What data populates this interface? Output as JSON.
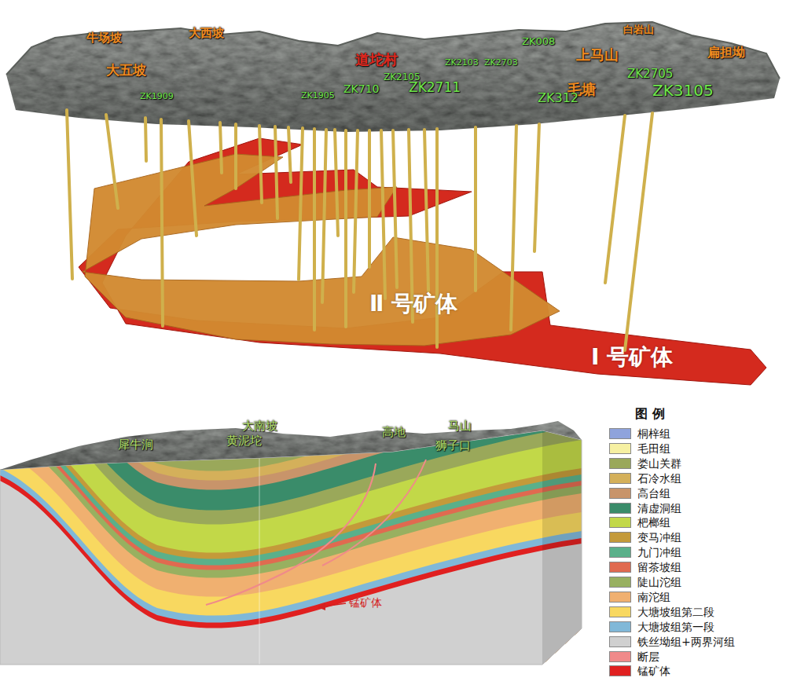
{
  "diagram": {
    "labels": [
      "牛场坡",
      "大西坡",
      "大五坡",
      "道坨村",
      "白岩山",
      "上马山",
      "毛塘",
      "扁担坳",
      "ZK1909",
      "ZK1905",
      "ZK710",
      "ZK2105",
      "ZK2711",
      "ZK2103",
      "ZK2703",
      "ZK008",
      "ZK2705",
      "ZK312",
      "ZK3105",
      "Ⅱ 号矿体",
      "Ⅰ 号矿体",
      "犀牛涧",
      "大南坡",
      "黄泥坨",
      "高地",
      "马山",
      "狮子口",
      "锰矿体",
      "图 例"
    ],
    "legend": [
      {
        "text": "桐梓组",
        "color": "#8fa3dc"
      },
      {
        "text": "毛田组",
        "color": "#f6f0a2"
      },
      {
        "text": "娄山关群",
        "color": "#9aa85a"
      },
      {
        "text": "石冷水组",
        "color": "#d4b05a"
      },
      {
        "text": "高台组",
        "color": "#c8946a"
      },
      {
        "text": "清虚洞组",
        "color": "#3a8c6a"
      },
      {
        "text": "杷榔组",
        "color": "#c2d848"
      },
      {
        "text": "变马冲组",
        "color": "#c49a3a"
      },
      {
        "text": "九门冲组",
        "color": "#5ab08a"
      },
      {
        "text": "留茶坡组",
        "color": "#e06a50"
      },
      {
        "text": "陡山沱组",
        "color": "#98b060"
      },
      {
        "text": "南沱组",
        "color": "#f0b070"
      },
      {
        "text": "大塘坡组第二段",
        "color": "#f8d860"
      },
      {
        "text": "大塘坡组第一段",
        "color": "#80b8d8"
      },
      {
        "text": "铁丝坳组+两界河组",
        "color": "#d0d0d0"
      },
      {
        "text": "断层",
        "color": "#f08a8a"
      },
      {
        "text": "锰矿体",
        "color": "#e02020"
      }
    ]
  }
}
